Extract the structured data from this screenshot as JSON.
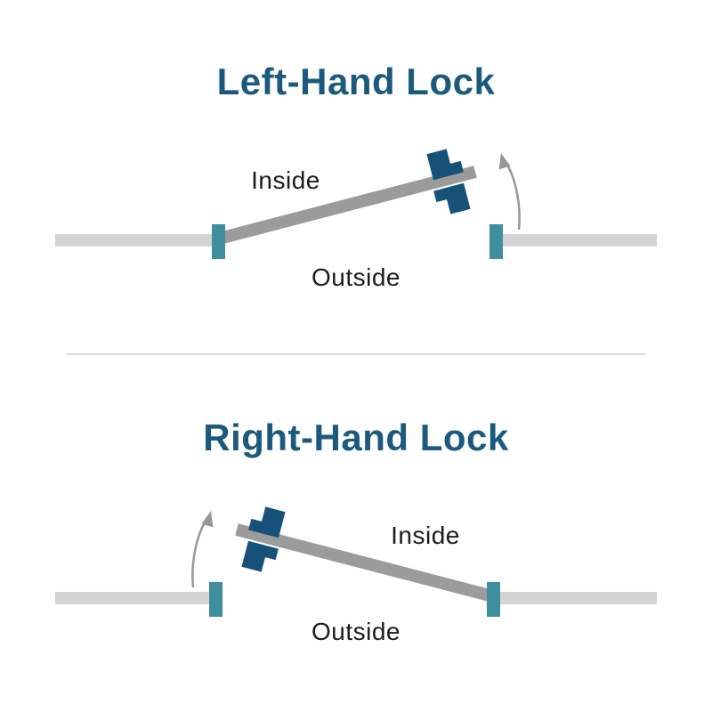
{
  "colors": {
    "background": "#ffffff",
    "title": "#1b5a7e",
    "lock": "#155179",
    "jamb": "#3e8e9f",
    "wall": "#d3d3d3",
    "door": "#9b9b9b",
    "arrow": "#979797",
    "label": "#1c1c1c",
    "divider": "#cccccc"
  },
  "left_hand_diagram": {
    "title": "Left-Hand Lock",
    "inside_label": "Inside",
    "outside_label": "Outside"
  },
  "right_hand_diagram": {
    "title": "Right-Hand Lock",
    "inside_label": "Inside",
    "outside_label": "Outside"
  }
}
